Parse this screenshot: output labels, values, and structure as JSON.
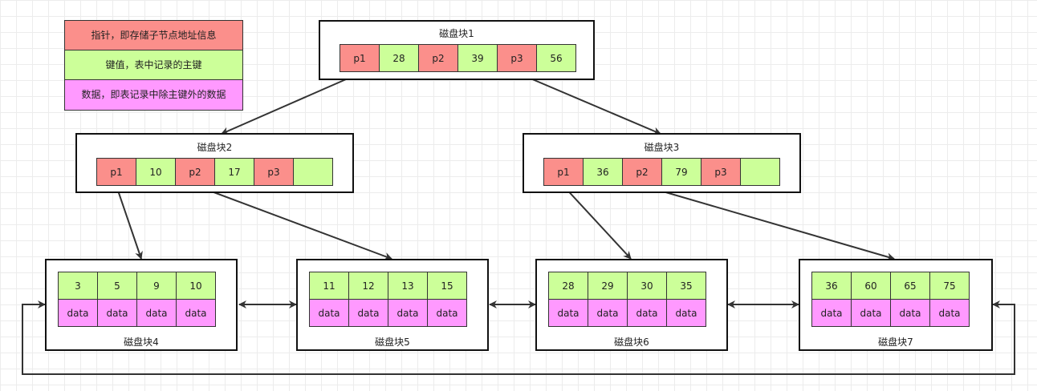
{
  "legend": {
    "pointer": "指针，即存储子节点地址信息",
    "key": "键值，表中记录的主键",
    "data": "数据，即表记录中除主键外的数据"
  },
  "colors": {
    "pointer": "#fb8f8b",
    "key": "#ccff99",
    "data": "#ff99ff",
    "stroke": "#333333"
  },
  "blocks": [
    {
      "title": "磁盘块1",
      "cells": [
        "p1",
        "28",
        "p2",
        "39",
        "p3",
        "56"
      ]
    },
    {
      "title": "磁盘块2",
      "cells": [
        "p1",
        "10",
        "p2",
        "17",
        "p3",
        ""
      ]
    },
    {
      "title": "磁盘块3",
      "cells": [
        "p1",
        "36",
        "p2",
        "79",
        "p3",
        ""
      ]
    },
    {
      "title": "磁盘块4",
      "keys": [
        "3",
        "5",
        "9",
        "10"
      ],
      "data": [
        "data",
        "data",
        "data",
        "data"
      ]
    },
    {
      "title": "磁盘块5",
      "keys": [
        "11",
        "12",
        "13",
        "15"
      ],
      "data": [
        "data",
        "data",
        "data",
        "data"
      ]
    },
    {
      "title": "磁盘块6",
      "keys": [
        "28",
        "29",
        "30",
        "35"
      ],
      "data": [
        "data",
        "data",
        "data",
        "data"
      ]
    },
    {
      "title": "磁盘块7",
      "keys": [
        "36",
        "60",
        "65",
        "75"
      ],
      "data": [
        "data",
        "data",
        "data",
        "data"
      ]
    }
  ]
}
